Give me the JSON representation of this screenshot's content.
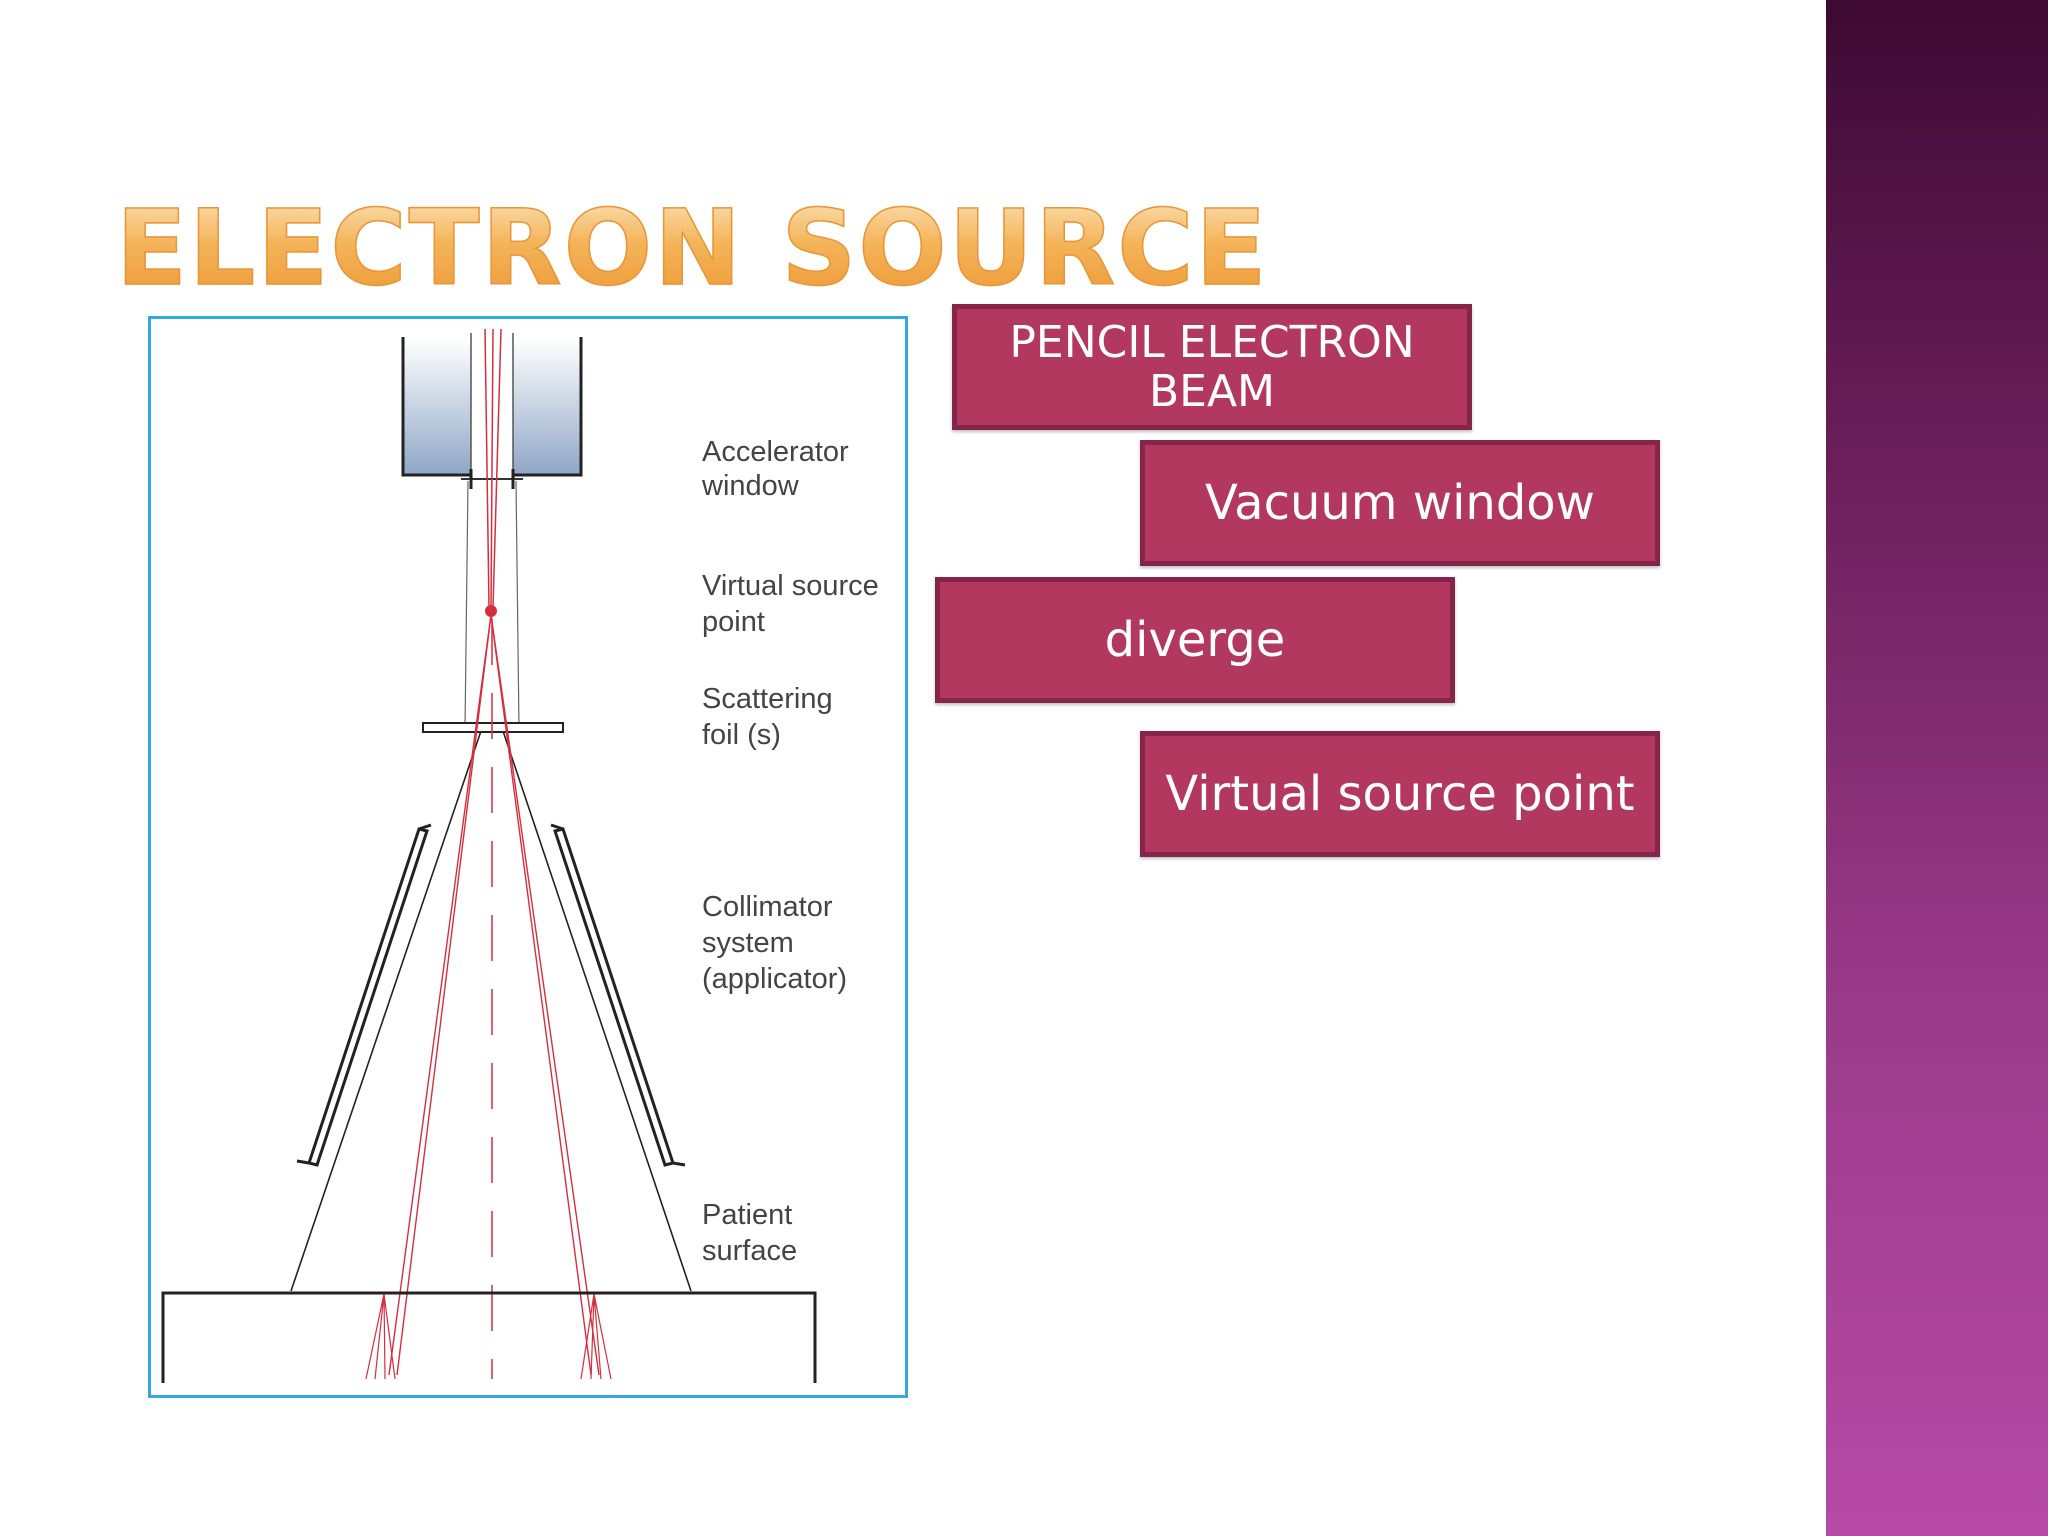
{
  "slide": {
    "title": "ELECTRON SOURCE"
  },
  "diagram": {
    "labels": {
      "accelerator_window": [
        "Accelerator",
        "window"
      ],
      "virtual_source_point": [
        "Virtual source",
        "point"
      ],
      "scattering_foil": [
        "Scattering",
        "foil (s)"
      ],
      "collimator_system": [
        "Collimator",
        "system",
        "(applicator)"
      ],
      "patient_surface": [
        "Patient",
        "surface"
      ]
    }
  },
  "callouts": {
    "pencil_beam": [
      "PENCIL ELECTRON",
      "BEAM"
    ],
    "vacuum_window": "Vacuum window",
    "diverge": "diverge",
    "virtual_source_point": "Virtual source point"
  },
  "colors": {
    "title_gradient_top": "#fbe1b4",
    "title_gradient_bottom": "#ee9a36",
    "callout_fill": "#b3385f",
    "callout_border": "#85254a",
    "figure_border": "#35a9de",
    "beam_red": "#d32f3f",
    "side_band_top": "#3d0a33",
    "side_band_bottom": "#b64aa5"
  }
}
